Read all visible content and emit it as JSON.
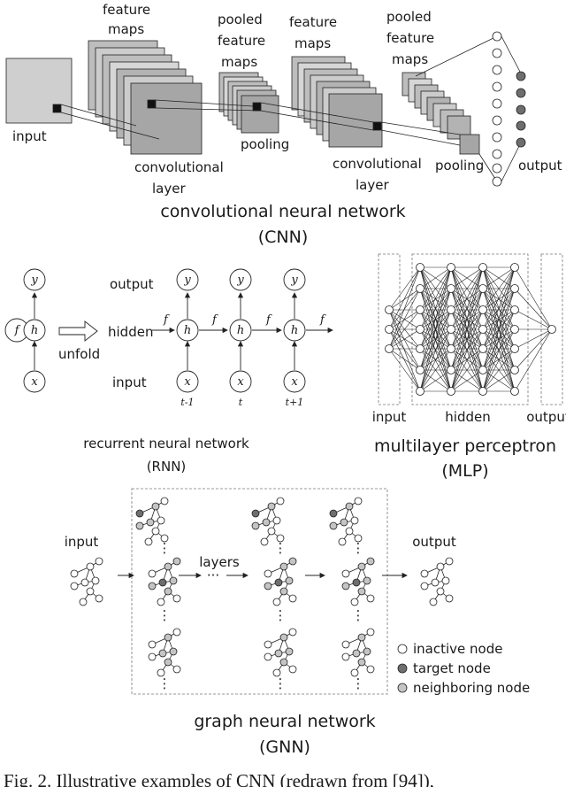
{
  "cnn": {
    "title": "convolutional neural network",
    "abbr": "(CNN)",
    "input": "input",
    "feature_maps_1": [
      "feature",
      "maps"
    ],
    "conv_layer_1": [
      "convolutional",
      "layer"
    ],
    "pooled_maps_1": [
      "pooled",
      "feature",
      "maps"
    ],
    "pooling_1": "pooling",
    "feature_maps_2": [
      "feature",
      "maps"
    ],
    "conv_layer_2": [
      "convolutional",
      "layer"
    ],
    "pooled_maps_2": [
      "pooled",
      "feature",
      "maps"
    ],
    "pooling_2": "pooling",
    "output": "output"
  },
  "rnn": {
    "title": "recurrent neural network",
    "abbr": "(RNN)",
    "unfold": "unfold",
    "row_output": "output",
    "row_hidden": "hidden",
    "row_input": "input",
    "node_y": "y",
    "node_h": "h",
    "node_x": "x",
    "node_f": "f",
    "times": [
      "t-1",
      "t",
      "t+1"
    ]
  },
  "mlp": {
    "title": "multilayer perceptron",
    "abbr": "(MLP)",
    "input": "input",
    "hidden": "hidden",
    "output": "output"
  },
  "gnn": {
    "title": "graph neural network",
    "abbr": "(GNN)",
    "input": "input",
    "output": "output",
    "layers": "layers",
    "dots": "···",
    "vdots": "⋮",
    "legend": [
      "inactive node",
      "target node",
      "neighboring node"
    ]
  },
  "caption": "Fig. 2. Illustrative examples of CNN (redrawn from [94]),",
  "colors": {
    "inactive": "#ffffff",
    "target": "#6e6e6e",
    "neighbor": "#c4c4c4",
    "stroke": "#222222"
  }
}
